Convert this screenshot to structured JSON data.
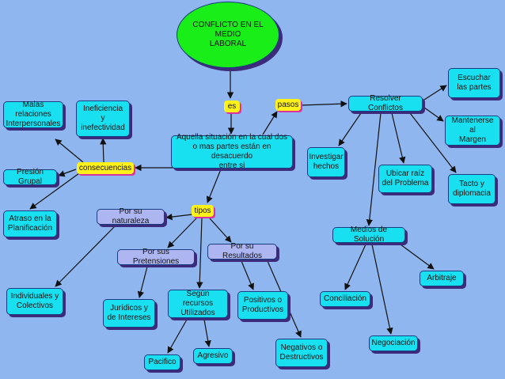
{
  "diagram": {
    "title": "CONFLICTO EN EL MEDIO\nLABORAL",
    "nodes": {
      "definition": "Aquella situación en la cual dos\no mas partes están en desacuerdo\nentre si",
      "malas": "Malas relaciones\nInterpersonales",
      "ineficiencia": "Ineficiencia\ny\ninefectividad",
      "presion": "Presión Grupal",
      "atraso": "Atraso en la\nPlanificación",
      "resolver": "Resolver Conflictos",
      "escuchar": "Escuchar\nlas partes",
      "mantenerse": "Mantenerse al\nMargen",
      "investigar": "Investigar\nhechos",
      "ubicar": "Ubicar raíz\ndel Problema",
      "tacto": "Tacto y\ndiplomacia",
      "medios": "Medios de Solución",
      "arbitraje": "Arbitraje",
      "conciliacion": "Conciliación",
      "negociacion": "Negociación",
      "naturaleza": "Por su naturaleza",
      "pretensiones": "Por sus Pretensiones",
      "resultados": "Por su Resultados",
      "individuales": "Individuales y\nColectivos",
      "juridicos": "Jurídicos y\nde Intereses",
      "recursos": "Según recursos\nUtilizados",
      "positivos": "Positivos o\nProductivos",
      "negativos": "Negativos o\nDestructivos",
      "pacifico": "Pacifico",
      "agresivo": "Agresivo"
    },
    "links": {
      "es": "es",
      "pasos": "pasos",
      "consecuencias": "consecuencias",
      "tipos": "tipos"
    },
    "colors": {
      "background": "#8fb6ee",
      "node": "#19e0f0",
      "subnode": "#aeb6f2",
      "linker": "#fff21a",
      "title": "#19ee19",
      "arrow": "#111111"
    }
  }
}
